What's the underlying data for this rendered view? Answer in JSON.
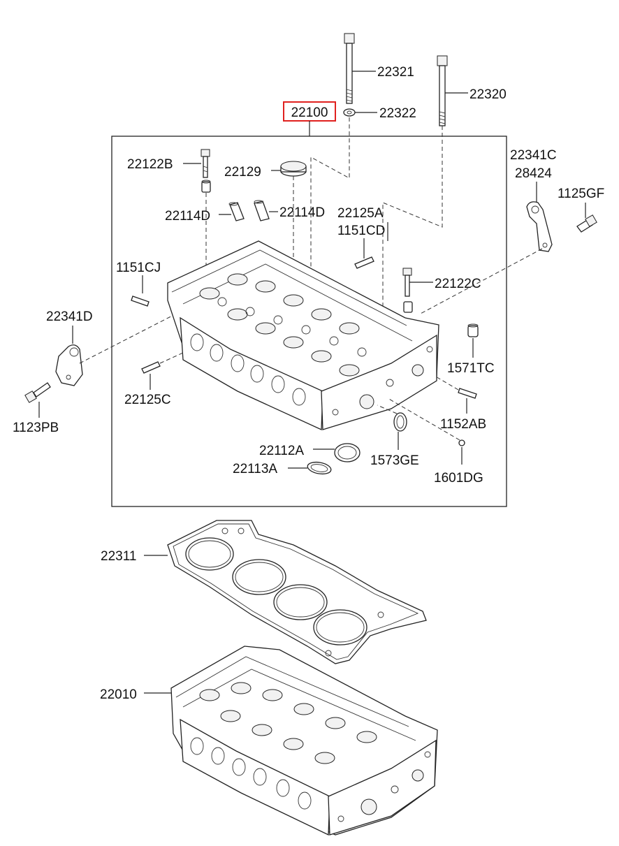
{
  "highlight_color": "#e0211f",
  "labels": {
    "p22100": "22100",
    "p22321": "22321",
    "p22320": "22320",
    "p22322": "22322",
    "p22341C": "22341C",
    "p28424": "28424",
    "p1125GF": "1125GF",
    "p22122B": "22122B",
    "p22129": "22129",
    "p22114D_a": "22114D",
    "p22114D_b": "22114D",
    "p22125A": "22125A",
    "p1151CD": "1151CD",
    "p1151CJ": "1151CJ",
    "p22122C": "22122C",
    "p22341D": "22341D",
    "p1571TC": "1571TC",
    "p22125C": "22125C",
    "p1152AB": "1152AB",
    "p1123PB": "1123PB",
    "p22112A": "22112A",
    "p1573GE": "1573GE",
    "p22113A": "22113A",
    "p1601DG": "1601DG",
    "p22311": "22311",
    "p22010": "22010"
  }
}
